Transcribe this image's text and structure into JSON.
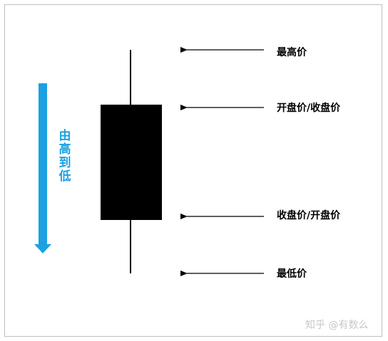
{
  "direction_label": "由高到低",
  "labels": {
    "high": "最高价",
    "top": "开盘价/收盘价",
    "bottom": "收盘价/开盘价",
    "low": "最低价"
  },
  "watermark": "知乎 @有数么",
  "colors": {
    "arrow_accent": "#1ba1e2",
    "candle_body": "#000000",
    "frame_border": "#bfbfbf",
    "watermark": "#c8c8c8"
  }
}
